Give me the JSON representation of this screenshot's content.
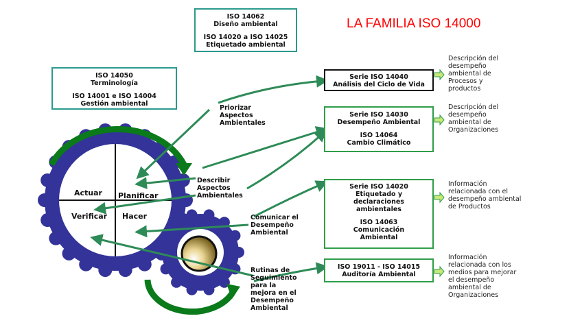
{
  "title": "LA FAMILIA ISO 14000",
  "colors": {
    "title": "#ff0000",
    "gear": "#333399",
    "arrow": "#2e8b57",
    "cycle_arrow": "#0a7a1a",
    "box_teal": "#2a9a8c",
    "box_green": "#2e9e48"
  },
  "top_box": {
    "line1": "ISO 14062",
    "line2": "Diseño ambiental",
    "line3": "ISO 14020 a ISO 14025",
    "line4": "Etiquetado ambiental"
  },
  "left_box": {
    "line1": "ISO 14050",
    "line2": "Terminología",
    "line3": "ISO 14001 e ISO 14004",
    "line4": "Gestión ambiental"
  },
  "cycle": {
    "actuar": "Actuar",
    "planificar": "Planificar",
    "verificar": "Verificar",
    "hacer": "Hacer"
  },
  "steps": [
    {
      "lines": [
        "Priorizar",
        "Aspectos",
        "Ambientales"
      ]
    },
    {
      "lines": [
        "Describir",
        "Aspectos",
        "Ambientales"
      ]
    },
    {
      "lines": [
        "Comunicar el",
        "Desempeño",
        "Ambiental"
      ]
    },
    {
      "lines": [
        "Rutinas de",
        "Seguimiento",
        "para  la",
        "mejora en el",
        "Desempeño",
        "Ambiental"
      ]
    }
  ],
  "series_boxes": [
    {
      "lines": [
        "Serie ISO 14040",
        "Análisis del Ciclo de Vida"
      ],
      "desc": [
        "Descripción del",
        "desempeño",
        "ambiental de",
        "Procesos y",
        "productos"
      ]
    },
    {
      "lines": [
        "Serie ISO 14030",
        "Desempeño Ambiental"
      ],
      "extra": [
        "ISO 14064",
        "Cambio Climático"
      ],
      "desc": [
        "Descripción del",
        "desempeño",
        "ambiental de",
        "Organizaciones"
      ]
    },
    {
      "lines": [
        "Serie ISO 14020",
        "Etiquetado y",
        "declaraciones",
        "ambientales"
      ],
      "extra": [
        "ISO 14063",
        "Comunicación",
        "Ambiental"
      ],
      "desc": [
        "Información",
        "relacionada con el",
        "desempeño ambiental",
        "de Productos"
      ]
    },
    {
      "lines": [
        "ISO 19011 - ISO 14015",
        "Auditoría Ambiental"
      ],
      "desc": [
        "Información",
        "relacionada con los",
        "medios para  mejorar",
        "el desempeño",
        "ambiental de",
        "Organizaciones"
      ]
    }
  ]
}
